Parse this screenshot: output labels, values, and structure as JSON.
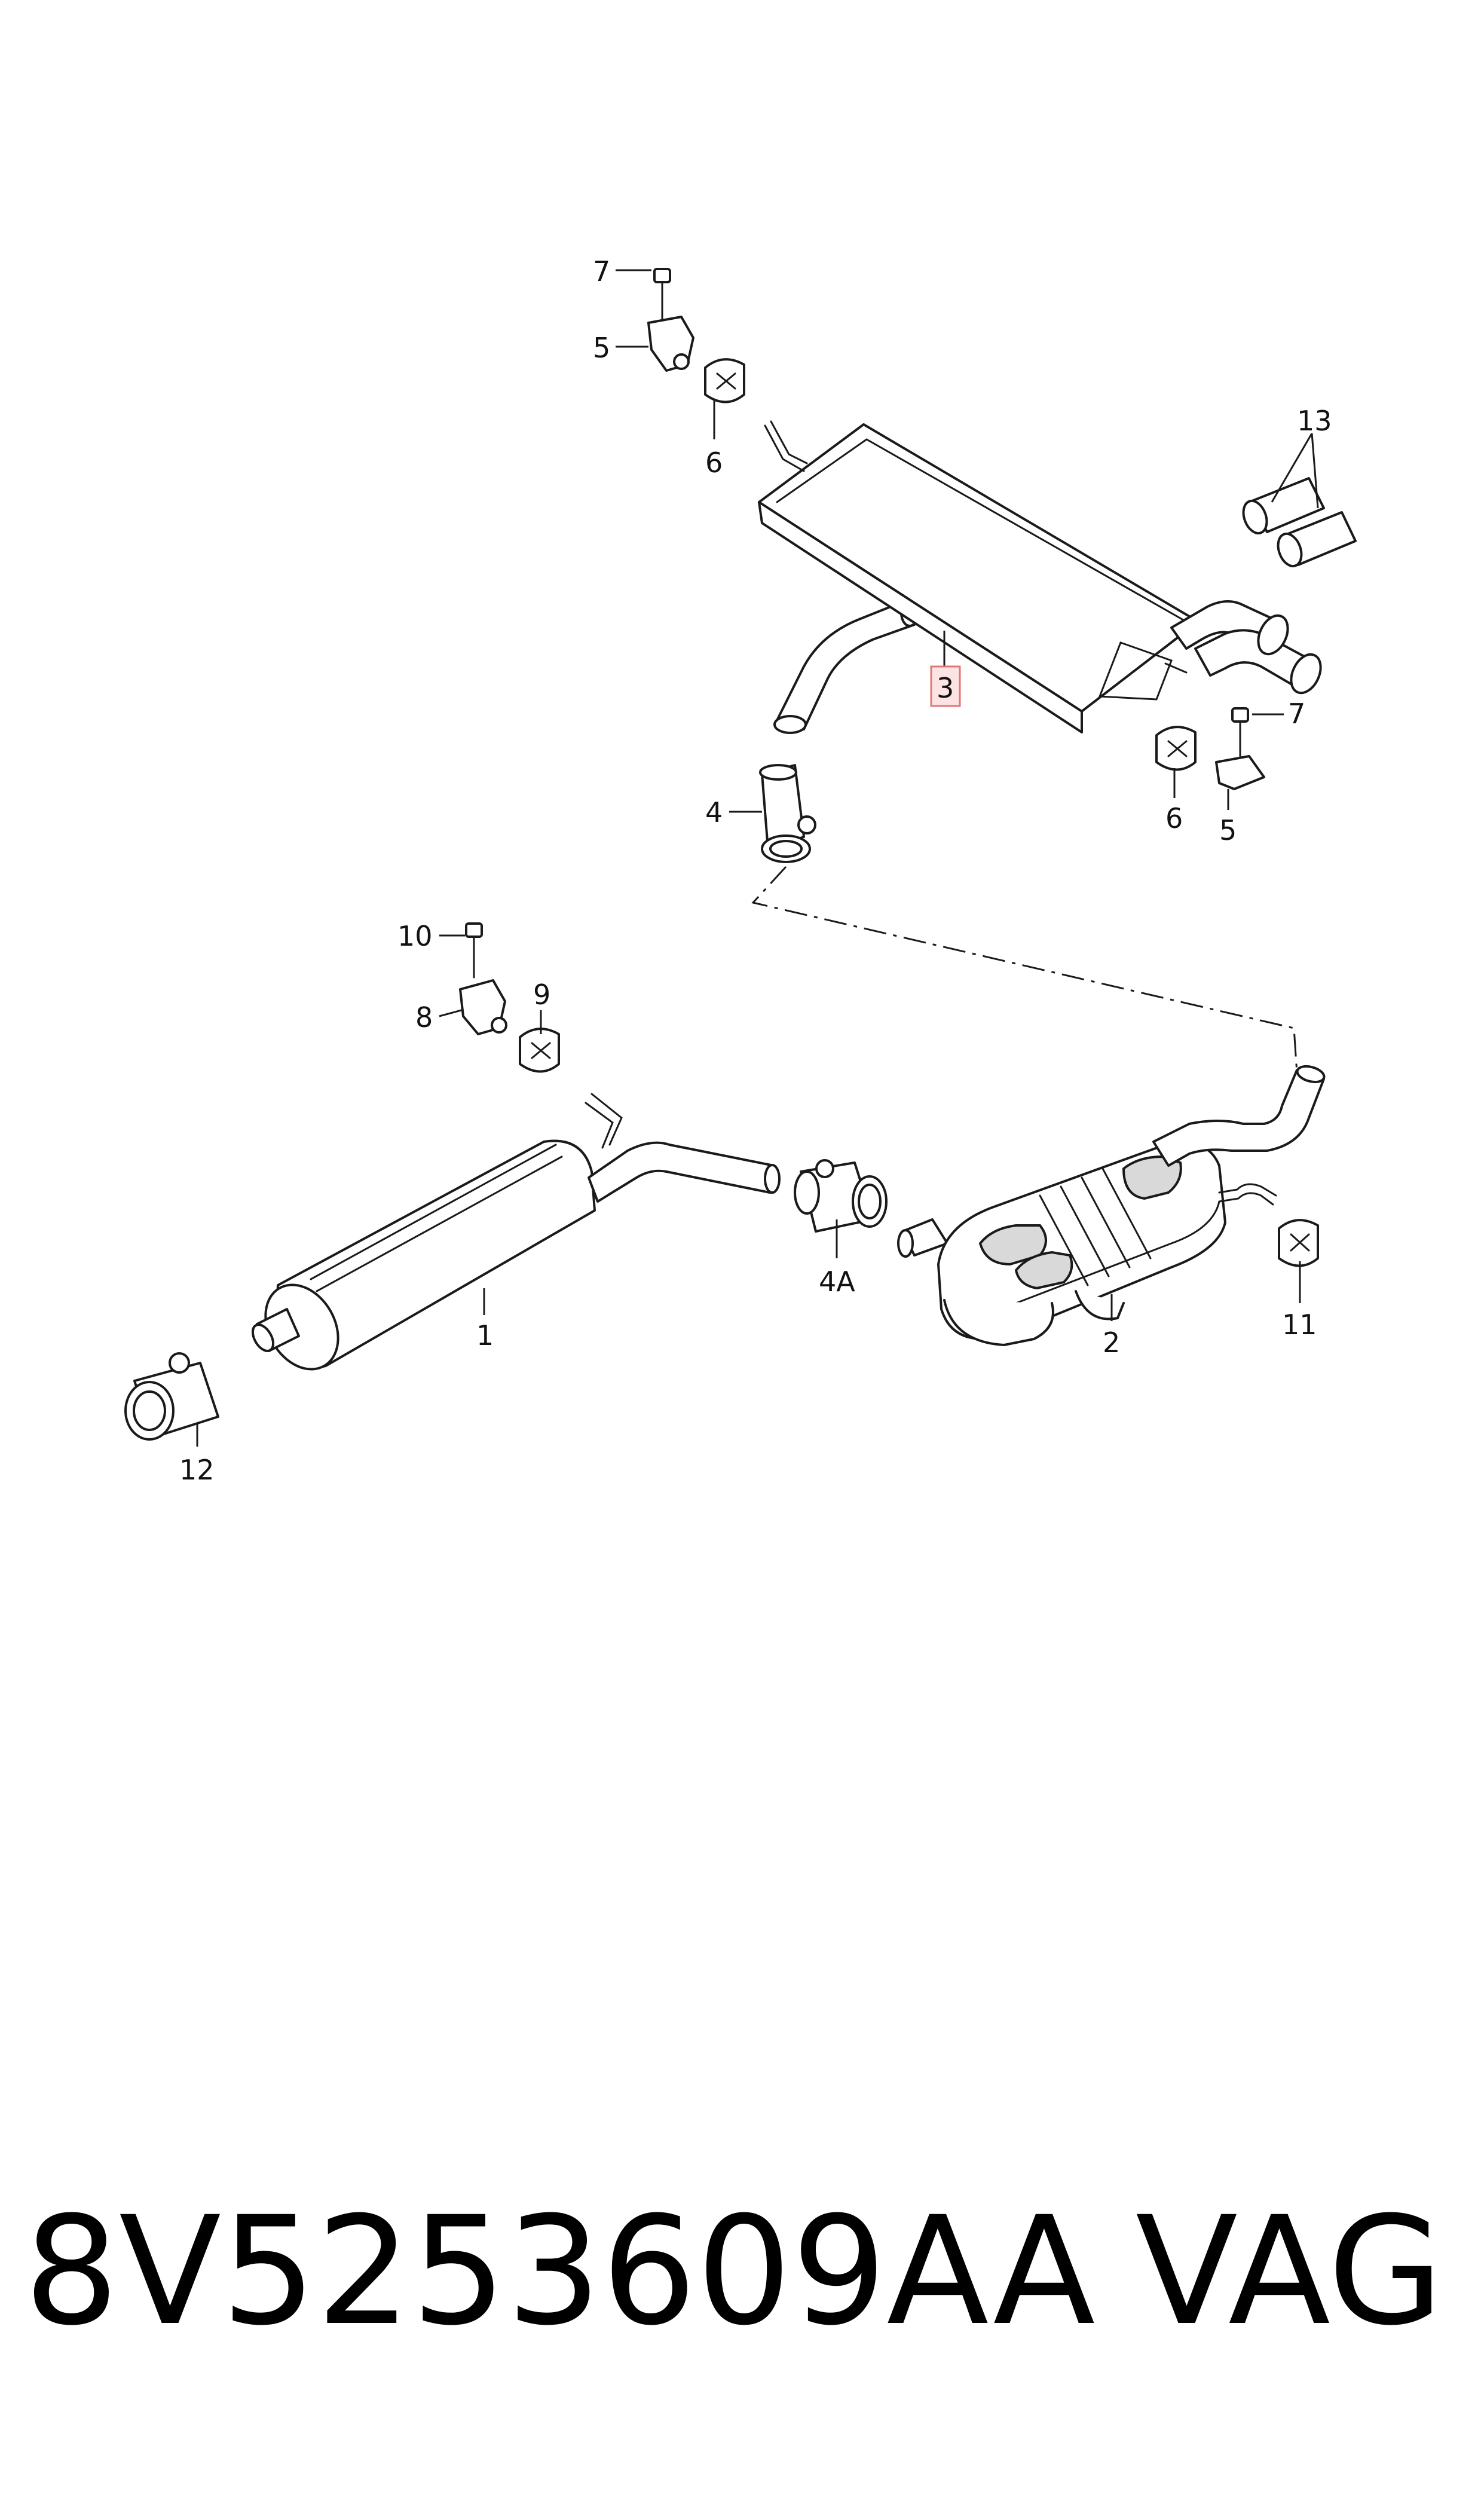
{
  "callouts": {
    "c1": "1",
    "c2": "2",
    "c3": "3",
    "c4": "4",
    "c4a": "4A",
    "c5a": "5",
    "c5b": "5",
    "c6a": "6",
    "c6b": "6",
    "c7a": "7",
    "c7b": "7",
    "c8": "8",
    "c9": "9",
    "c10": "10",
    "c11": "11",
    "c12": "12",
    "c13": "13"
  },
  "highlighted_callout": "3",
  "footer": {
    "part_number": "8V5253609AA",
    "brand": "VAG"
  }
}
